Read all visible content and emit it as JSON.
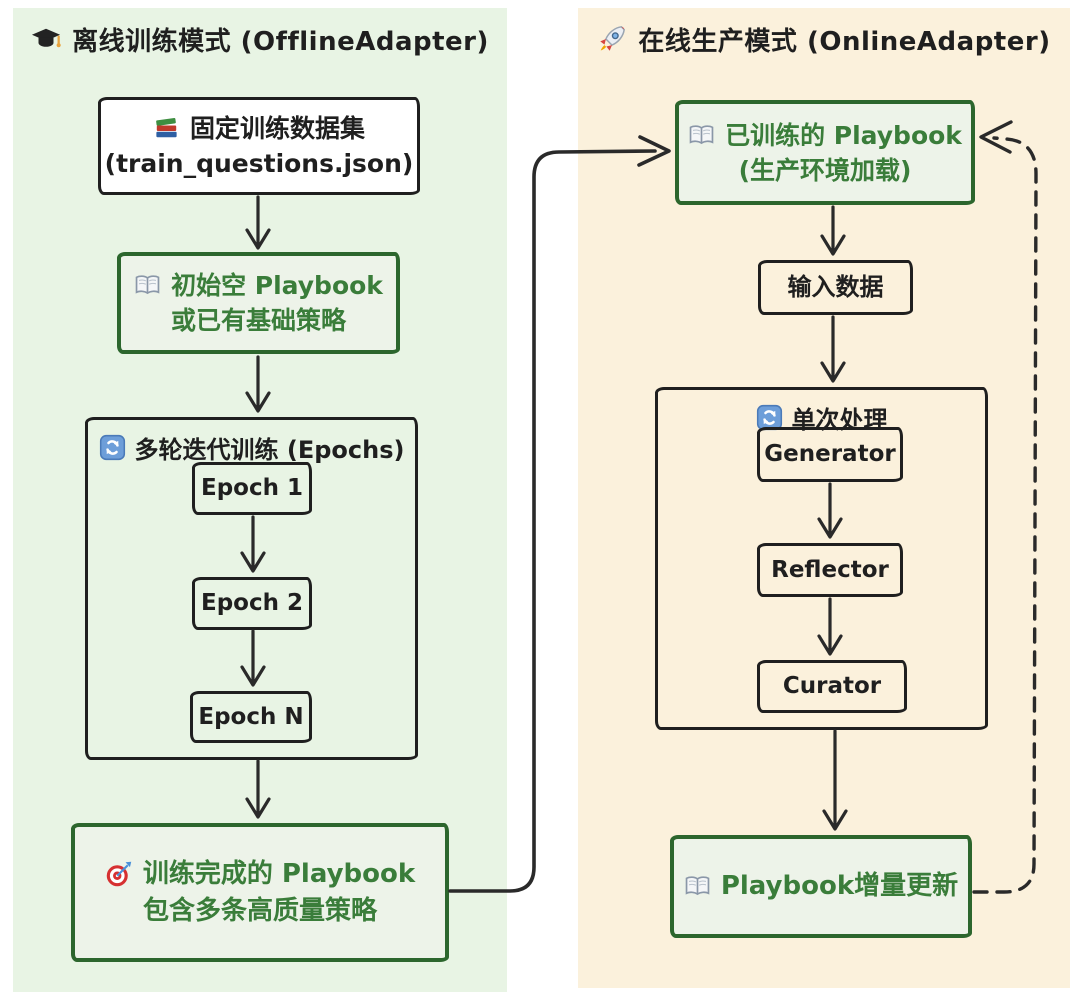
{
  "colors": {
    "offline_panel_bg": "#e8f4e4",
    "online_panel_bg": "#fbf1dc",
    "green_node_fill": "#edf3e9",
    "green_node_border": "#2c662d",
    "green_text": "#3a7d3a",
    "ink": "#1f1f1f",
    "refresh_icon_blue": "#6d9ed9"
  },
  "offline": {
    "title": "离线训练模式 (OfflineAdapter)",
    "title_icon": "graduation-cap",
    "dataset": {
      "icon": "books",
      "line1": "固定训练数据集",
      "line2": "(train_questions.json)"
    },
    "init_playbook": {
      "icon": "open-book",
      "line1": "初始空 Playbook",
      "line2": "或已有基础策略"
    },
    "epochs": {
      "icon": "refresh",
      "title": "多轮迭代训练 (Epochs)",
      "items": [
        "Epoch 1",
        "Epoch 2",
        "Epoch N"
      ]
    },
    "trained_playbook": {
      "icon": "target",
      "line1": "训练完成的 Playbook",
      "line2": "包含多条高质量策略"
    }
  },
  "online": {
    "title": "在线生产模式 (OnlineAdapter)",
    "title_icon": "rocket",
    "loaded_playbook": {
      "icon": "open-book",
      "line1": "已训练的 Playbook",
      "line2": "(生产环境加载)"
    },
    "input_data": {
      "label": "输入数据"
    },
    "single_pass": {
      "icon": "refresh",
      "title": "单次处理",
      "items": [
        "Generator",
        "Reflector",
        "Curator"
      ]
    },
    "incremental_update": {
      "icon": "open-book",
      "label": "Playbook增量更新"
    }
  }
}
